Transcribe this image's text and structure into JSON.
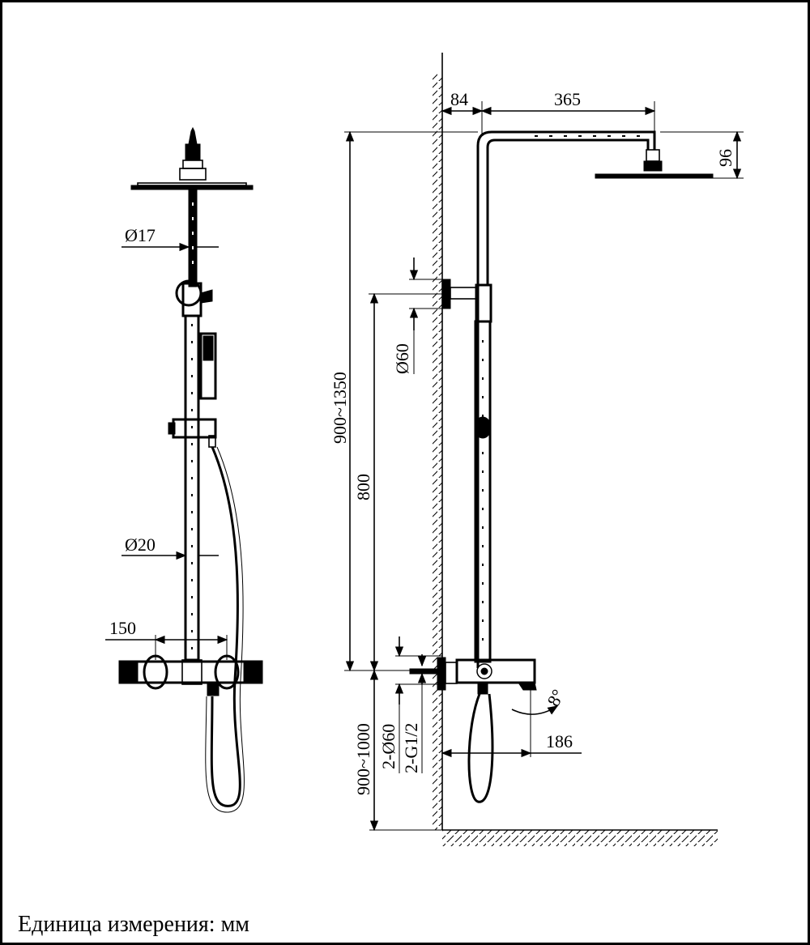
{
  "dimensions": {
    "pipe_top_diameter": "Ø17",
    "pipe_bottom_diameter": "Ø20",
    "mixer_spacing": "150",
    "wall_offset": "84",
    "arm_length": "365",
    "head_height": "96",
    "bracket_diameter": "Ø60",
    "adjustable_height": "900~1350",
    "bar_height": "800",
    "mixer_height": "900~1000",
    "escutcheon_diameter": "2-Ø60",
    "thread_size": "2-G1/2",
    "spout_length": "186",
    "spout_angle": "8°"
  },
  "footer": {
    "unit_note": "Единица измерения: мм"
  }
}
